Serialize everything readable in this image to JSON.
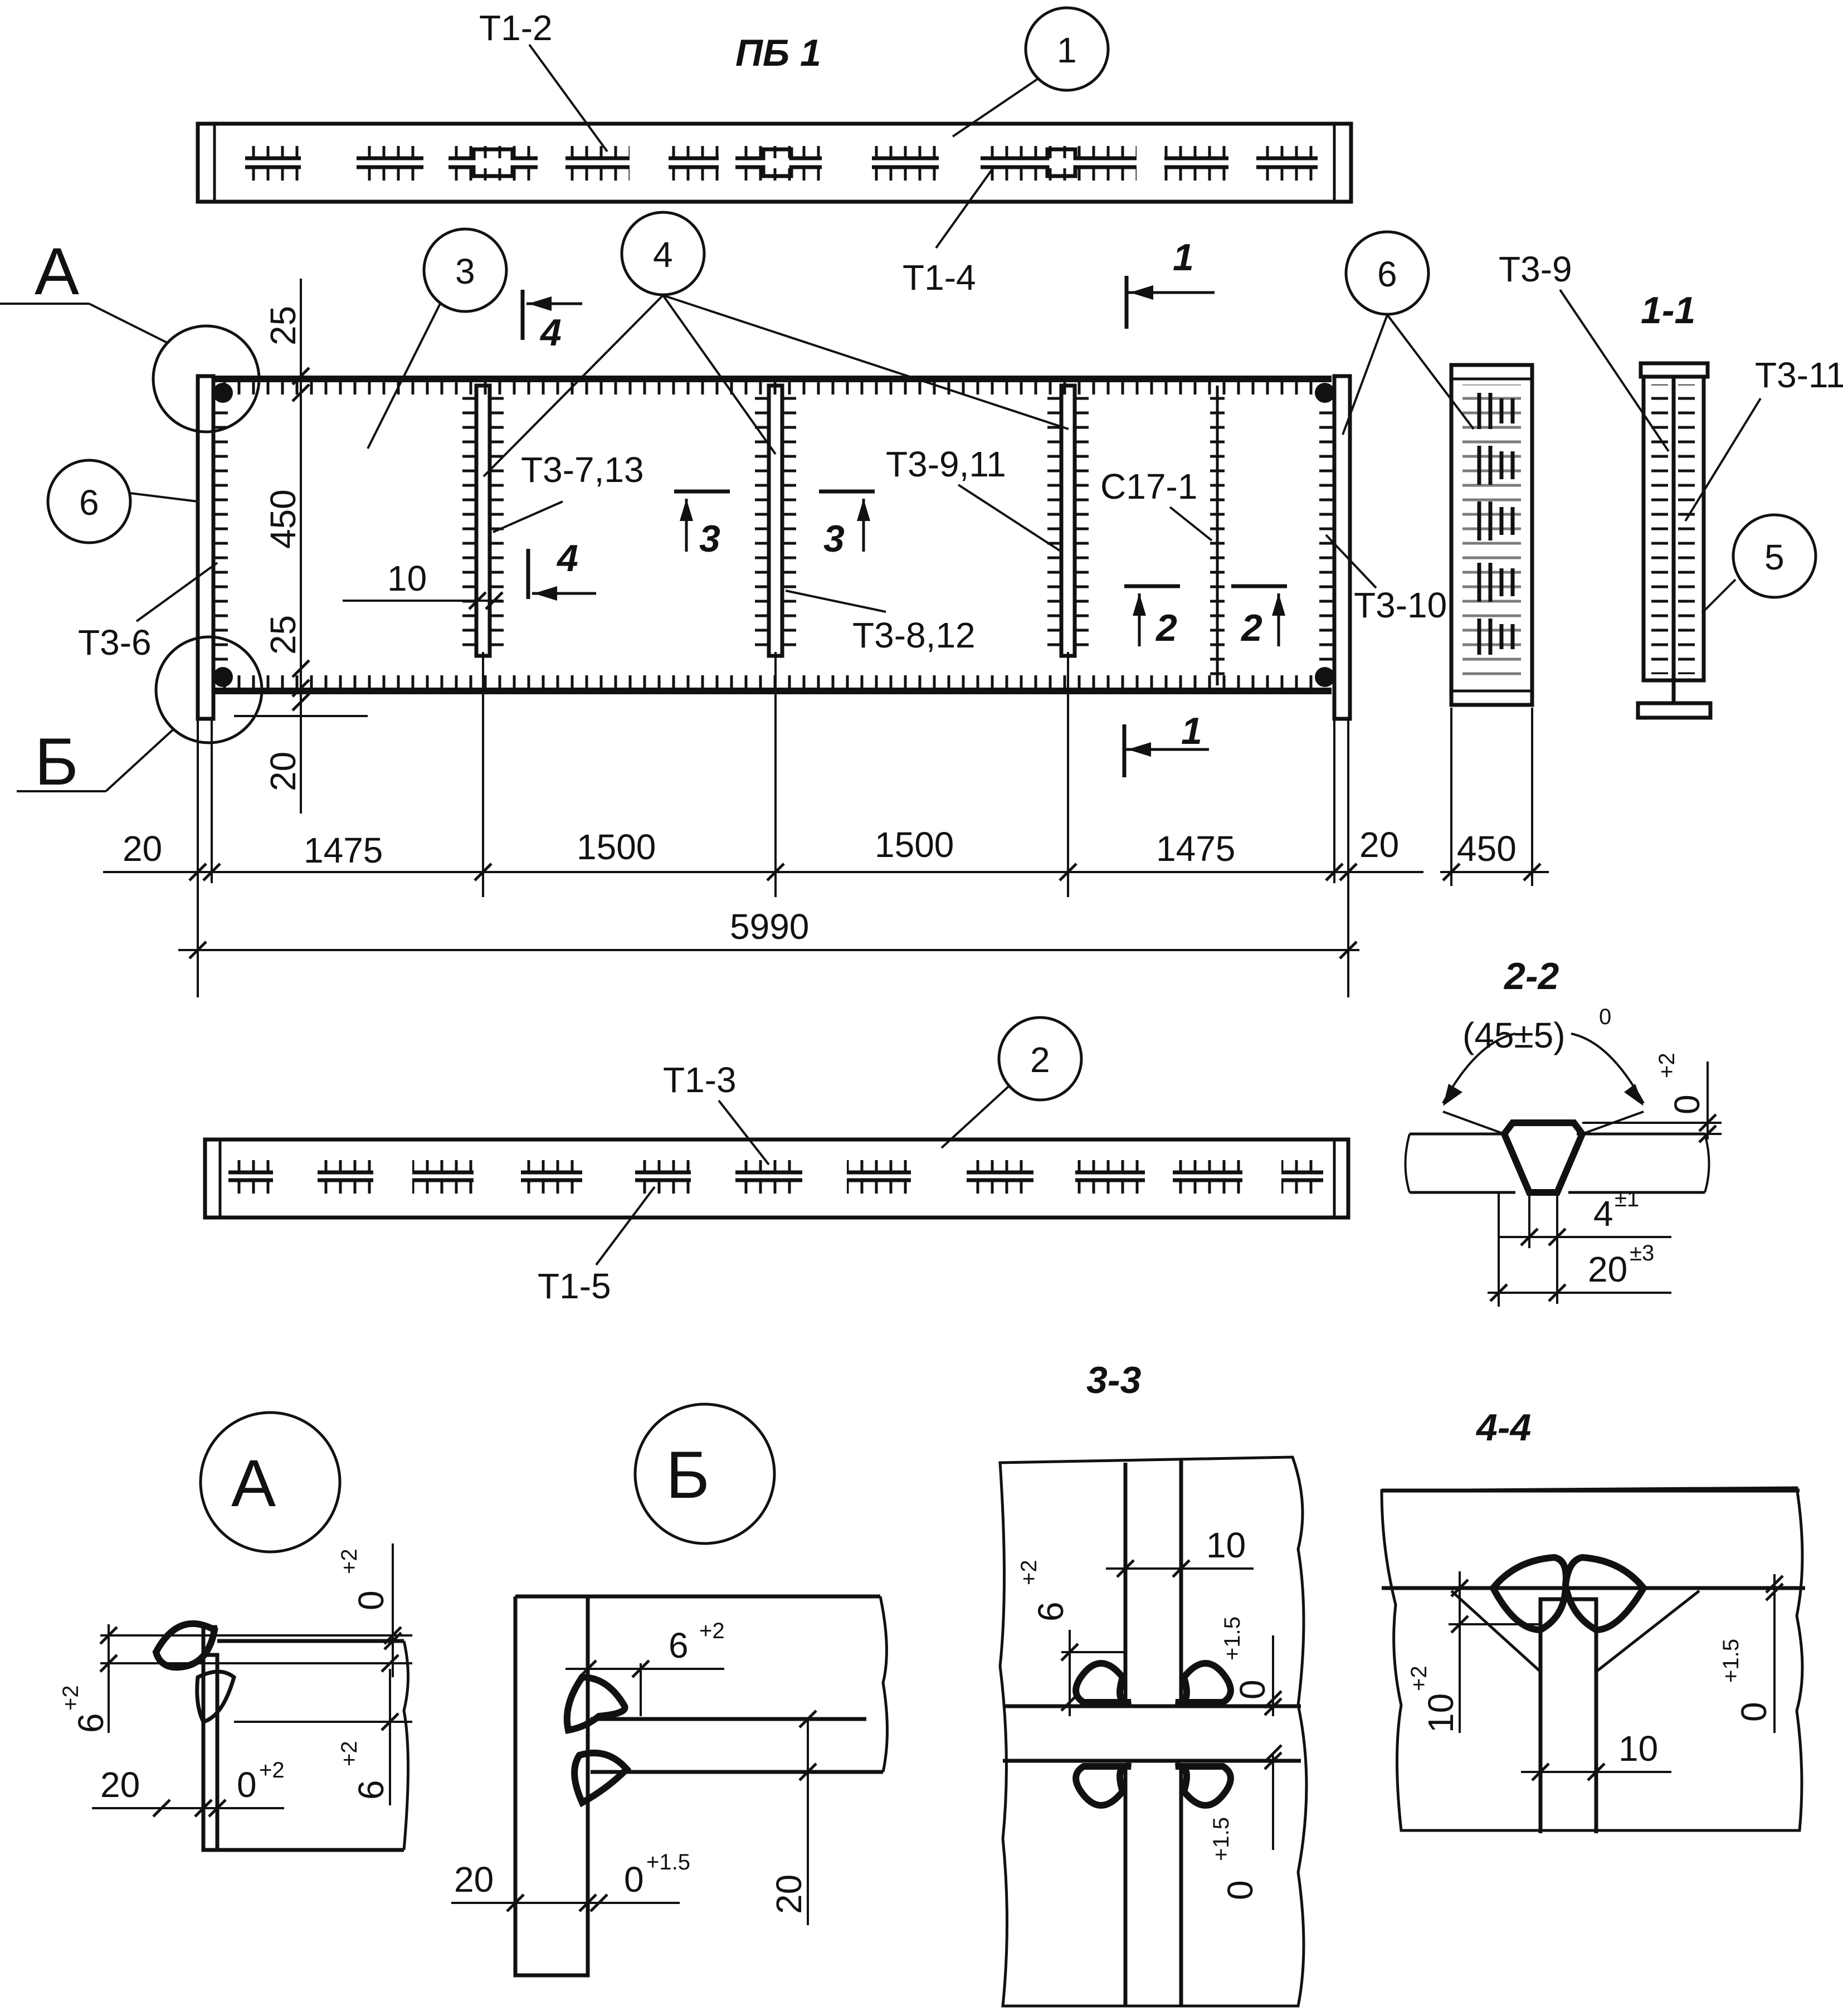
{
  "title": "ПБ 1",
  "positions": [
    "1",
    "2",
    "3",
    "4",
    "5",
    "6",
    "6"
  ],
  "weld_labels": {
    "t1_2": "Т1-2",
    "t1_4": "Т1-4",
    "t1_3": "Т1-3",
    "t1_5": "Т1-5",
    "t3_6": "Т3-6",
    "t3_7_13": "Т3-7,13",
    "t3_8_12": "Т3-8,12",
    "t3_9_11": "Т3-9,11",
    "c17_1": "С17-1",
    "t3_10": "Т3-10",
    "t3_9": "Т3-9",
    "t3_11": "Т3-11"
  },
  "callouts": {
    "a": "А",
    "b": "Б"
  },
  "sections": {
    "s1": "1",
    "s2": "2",
    "s3": "3",
    "s4": "4",
    "title_1_1": "1-1",
    "title_2_2": "2-2",
    "title_3_3": "3-3",
    "title_4_4": "4-4"
  },
  "dims": {
    "d25_top": "25",
    "d450_v": "450",
    "d25_bot": "25",
    "d20_v": "20",
    "d10": "10",
    "d20_l": "20",
    "d1475_a": "1475",
    "d1500_a": "1500",
    "d1500_b": "1500",
    "d1475_b": "1475",
    "d20_r": "20",
    "d450_h": "450",
    "d5990": "5990"
  },
  "detail_2_2": {
    "angle": "(45±5)",
    "angle_sup": "0",
    "gap": "0",
    "gap_sup": "+2",
    "root": "4",
    "root_sup": "±1",
    "width": "20",
    "width_sup": "±3"
  },
  "detail_a": {
    "label": "А",
    "leg_a": "6",
    "leg_a_sup": "+2",
    "gap_a": "0",
    "gap_a_sup": "+2",
    "leg_b": "6",
    "leg_b_sup": "+2",
    "gap_b": "0",
    "gap_b_sup": "+2",
    "w": "20"
  },
  "detail_b": {
    "label": "Б",
    "leg": "6",
    "leg_sup": "+2",
    "w_v": "20",
    "w": "20",
    "gap": "0",
    "gap_sup": "+1.5"
  },
  "detail_3_3": {
    "w": "10",
    "leg": "6",
    "leg_sup": "+2",
    "gap_a": "0",
    "gap_a_sup": "+1.5",
    "gap_b": "0",
    "gap_b_sup": "+1.5"
  },
  "detail_4_4": {
    "leg": "10",
    "leg_sup": "+2",
    "gap": "0",
    "gap_sup": "+1.5",
    "w": "10"
  }
}
